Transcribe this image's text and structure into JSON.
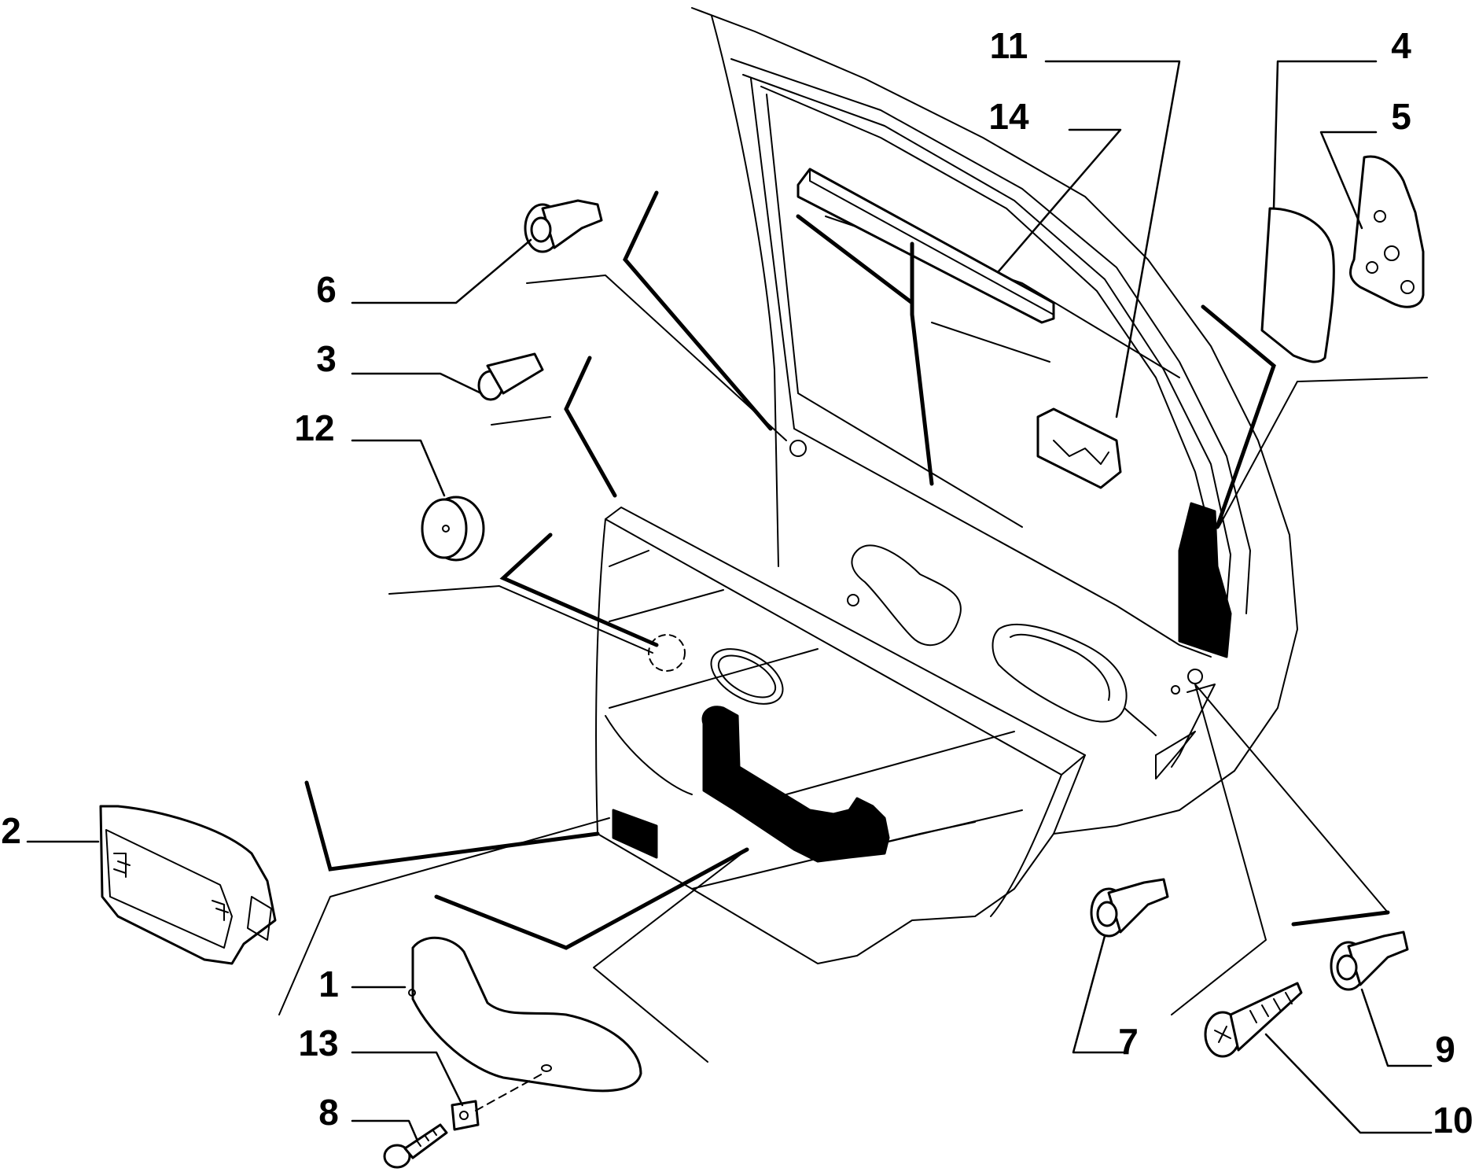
{
  "callouts": {
    "c1": "1",
    "c2": "2",
    "c3": "3",
    "c4": "4",
    "c5": "5",
    "c6": "6",
    "c7": "7",
    "c8": "8",
    "c9": "9",
    "c10": "10",
    "c11": "11",
    "c12": "12",
    "c13": "13",
    "c14": "14"
  },
  "colors": {
    "line": "#000000",
    "fill": "#ffffff",
    "dark_fill": "#000000"
  }
}
